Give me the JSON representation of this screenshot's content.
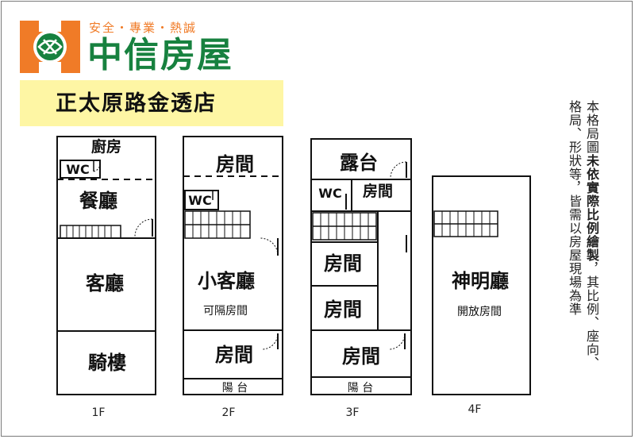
{
  "logo": {
    "tagline": "安全・專業・熱誠",
    "name": "中信房屋",
    "colors": {
      "orange": "#f07b27",
      "green": "#17813f"
    }
  },
  "branch": {
    "name": "正太原路金透店",
    "color": "#fef6a4"
  },
  "floors": {
    "f1": {
      "label": "1F",
      "kitchen": "廚房",
      "wc": "WC",
      "dining": "餐廳",
      "living": "客廳",
      "arcade": "騎樓"
    },
    "f2": {
      "room_top": "房間",
      "wc": "WC",
      "small_living": "小客廳",
      "divisible": "可隔房間",
      "room_bottom": "房間",
      "balcony": "陽 台",
      "label": "2F"
    },
    "f3": {
      "terrace": "露台",
      "wc": "WC",
      "room_small": "房間",
      "room_a": "房間",
      "room_b": "房間",
      "room_c": "房間",
      "balcony": "陽 台",
      "label": "3F"
    },
    "f4": {
      "shrine": "神明廳",
      "open_room": "開放房間",
      "label": "4F"
    }
  },
  "disclaimer": {
    "prefix": "本格局圖",
    "emphasis": "未依實際比例繪製",
    "suffix": "，其比例、座向、格局、形狀等，皆需以房屋現場為準"
  }
}
